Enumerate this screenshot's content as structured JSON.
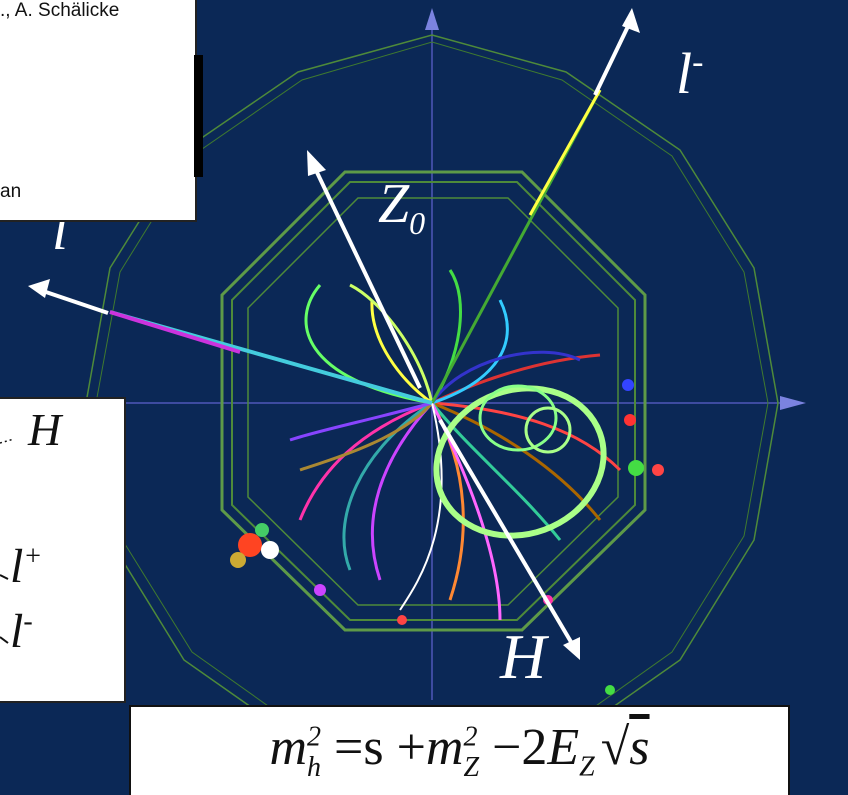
{
  "header_box": {
    "line1": "., A. Schälicke",
    "line2": "an"
  },
  "event_labels": {
    "lepton_minus": "l",
    "lepton_minus_sup": "-",
    "lepton_left": "l",
    "z_boson": "Z",
    "z_sub": "0",
    "higgs": "H"
  },
  "feynman_box": {
    "higgs": "H",
    "lepton_plus": "l",
    "lepton_plus_sup": "+",
    "lepton_minus": "l",
    "lepton_minus_sup": "-"
  },
  "formula": {
    "mh": "m",
    "mh_sup": "2",
    "mh_sub": "h",
    "equals_s": " =s +",
    "mz": "m",
    "mz_sup": "2",
    "mz_sub": "Z",
    "minus_2": " −2",
    "ez": "E",
    "ez_sub": "Z",
    "sqrt": "√",
    "s": "s"
  },
  "colors": {
    "background": "#0b2856",
    "detector": "#4e8a3a",
    "axis": "#5b63c8"
  }
}
